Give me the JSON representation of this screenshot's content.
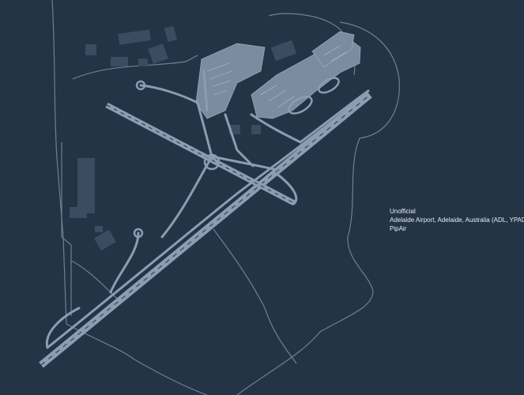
{
  "caption": {
    "status": "Unofficial",
    "airport": "Adelaide Airport, Adelaide, Australia (ADL, YPAD)",
    "author": "PipAir"
  },
  "colors": {
    "background": "#243447",
    "pavement": "#8d9cb0",
    "pavement_dark": "#6f7f94",
    "outline": "#9aa9bc",
    "building": "#3b4c61",
    "text": "#e6ecf3"
  }
}
